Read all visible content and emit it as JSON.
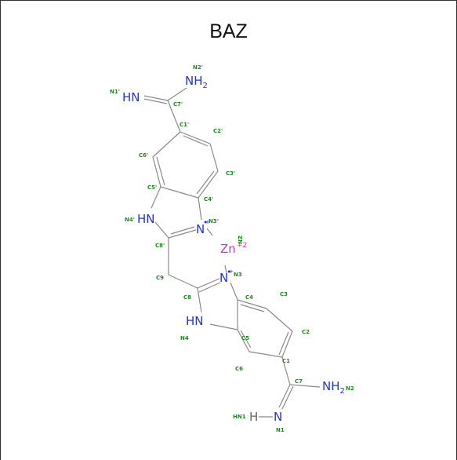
{
  "title": "BAZ",
  "colors": {
    "bond": "#8a8a8a",
    "nitrogen": "#2233dd",
    "metal": "#cc33cc",
    "label": "#1b8a1b",
    "hydrogen": "#666666",
    "title": "#111111"
  },
  "atoms": {
    "nh2_top": {
      "main": "NH",
      "sub": "2"
    },
    "hn_top": "HN",
    "hn_ring_top": "HN",
    "n_ring_top": "N",
    "zn": "Zn",
    "zn_charge": "+2",
    "n_ring_bottom": "N",
    "hn_ring_bottom": "HN",
    "nh2_bottom": {
      "main": "NH",
      "sub": "2"
    },
    "n_bottom": "N",
    "h_bottom": "H",
    "charge_dot": "•",
    "n_plus": "+"
  },
  "labels": {
    "N2p": "N2'",
    "N1p": "N1'",
    "C7p": "C7'",
    "C1p": "C1'",
    "C2p": "C2'",
    "C6p": "C6'",
    "C3p": "C3'",
    "C5p": "C5'",
    "C4p": "C4'",
    "N4p": "N4'",
    "N3p": "N3'",
    "C8p": "C8'",
    "ZN": "ZN",
    "C9": "C9",
    "N3": "N3",
    "C8": "C8",
    "C4": "C4",
    "C3": "C3",
    "N4": "N4",
    "C5": "C5",
    "C2": "C2",
    "C6": "C6",
    "C1": "C1",
    "C7": "C7",
    "N2": "N2",
    "HN1": "HN1",
    "N1": "N1"
  }
}
